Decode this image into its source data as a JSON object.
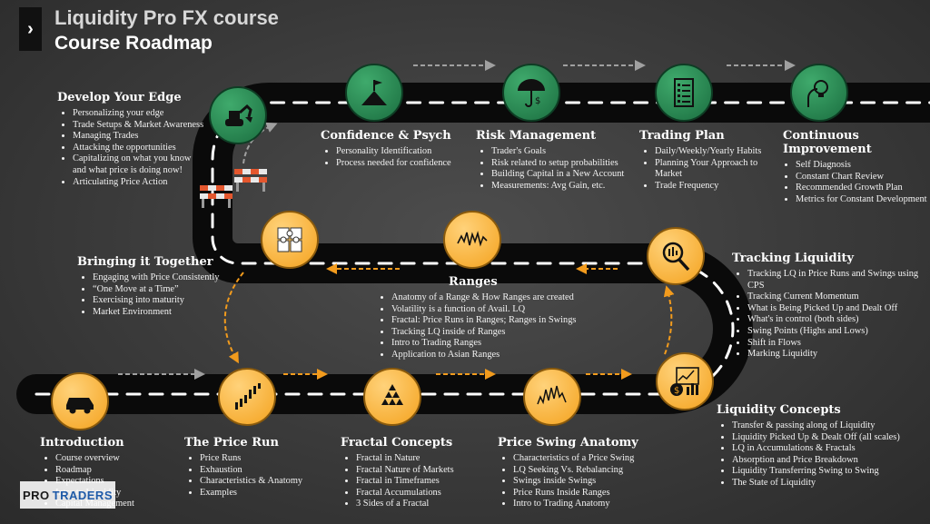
{
  "header": {
    "nav_glyph": "›",
    "title_line1": "Liquidity Pro FX course",
    "title_line2": "Course Roadmap"
  },
  "logo": {
    "part1": "PRO",
    "part2": "TRADERS"
  },
  "sections": {
    "develop": {
      "title": "Develop Your Edge",
      "items": [
        "Personalizing your edge",
        "Trade Setups & Market Awareness",
        "Managing Trades",
        "Attacking the opportunities",
        "Capitalizing on what you know and what price is doing now!",
        "Articulating Price Action"
      ]
    },
    "confidence": {
      "title": "Confidence & Psych",
      "items": [
        "Personality Identification",
        "Process needed for confidence"
      ]
    },
    "risk": {
      "title": "Risk Management",
      "items": [
        "Trader's Goals",
        "Risk related to setup probabilities",
        "Building Capital in a New Account",
        "Measurements: Avg Gain, etc."
      ]
    },
    "plan": {
      "title": "Trading Plan",
      "items": [
        "Daily/Weekly/Yearly  Habits",
        "Planning Your Approach to Market",
        "Trade Frequency"
      ]
    },
    "improve": {
      "title_line1": "Continuous",
      "title_line2": "Improvement",
      "items": [
        "Self Diagnosis",
        "Constant Chart Review",
        "Recommended Growth Plan",
        "Metrics for Constant Development"
      ]
    },
    "together": {
      "title": "Bringing it Together",
      "items": [
        "Engaging with Price Consistently",
        "“One Move at a Time”",
        "Exercising into maturity",
        "Market Environment"
      ]
    },
    "ranges": {
      "title": "Ranges",
      "items": [
        "Anatomy of a Range & How Ranges are created",
        "Volatility is a function of Avail. LQ",
        "Fractal: Price Runs in Ranges; Ranges in Swings",
        "Tracking LQ inside of Ranges",
        "Intro to Trading Ranges",
        "Application to Asian Ranges"
      ]
    },
    "tracking": {
      "title": "Tracking Liquidity",
      "items": [
        "Tracking LQ in Price Runs and Swings using CPS",
        "Tracking Current Momentum",
        "What is Being Picked Up and Dealt Off",
        "What's in control (both sides)",
        "Swing Points (Highs and Lows)",
        "Shift in Flows",
        "Marking Liquidity"
      ]
    },
    "intro": {
      "title": "Introduction",
      "items": [
        "Course overview",
        "Roadmap",
        "Expectations",
        "Intro to Liquidity",
        "Capital Management"
      ]
    },
    "pricerun": {
      "title": "The Price Run",
      "items": [
        "Price Runs",
        "Exhaustion",
        "Characteristics & Anatomy",
        "Examples"
      ]
    },
    "fractal": {
      "title": "Fractal Concepts",
      "items": [
        "Fractal in Nature",
        "Fractal Nature of Markets",
        "Fractal in Timeframes",
        "Fractal Accumulations",
        "3 Sides of a Fractal"
      ]
    },
    "swing": {
      "title": "Price Swing Anatomy",
      "items": [
        "Characteristics of a Price Swing",
        "LQ Seeking Vs. Rebalancing",
        "Swings inside Swings",
        "Price Runs Inside Ranges",
        "Intro to Trading Anatomy"
      ]
    },
    "concepts": {
      "title": "Liquidity Concepts",
      "items": [
        "Transfer & passing along of Liquidity",
        "Liquidity Picked Up & Dealt Off (all scales)",
        "LQ in Accumulations & Fractals",
        "Absorption and Price Breakdown",
        "Liquidity Transferring Swing to Swing",
        "The State of Liquidity"
      ]
    }
  },
  "icons": {
    "develop": "excavator-icon",
    "confidence": "summit-flag-icon",
    "risk": "umbrella-money-icon",
    "plan": "checklist-icon",
    "improve": "lightbulb-head-icon",
    "together": "puzzle-icon",
    "ranges": "range-chart-icon",
    "tracking": "magnifier-candles-icon",
    "intro": "car-icon",
    "pricerun": "candlestick-icon",
    "fractal": "triangle-fractal-icon",
    "swing": "price-swing-icon",
    "concepts": "dollar-chart-icon"
  },
  "colors": {
    "green_icon": "#1f7a46",
    "orange_icon": "#f4a21e",
    "road": "#0a0a0a",
    "arrow_orange": "#f29b1d",
    "arrow_gray": "#a0a0a0"
  }
}
